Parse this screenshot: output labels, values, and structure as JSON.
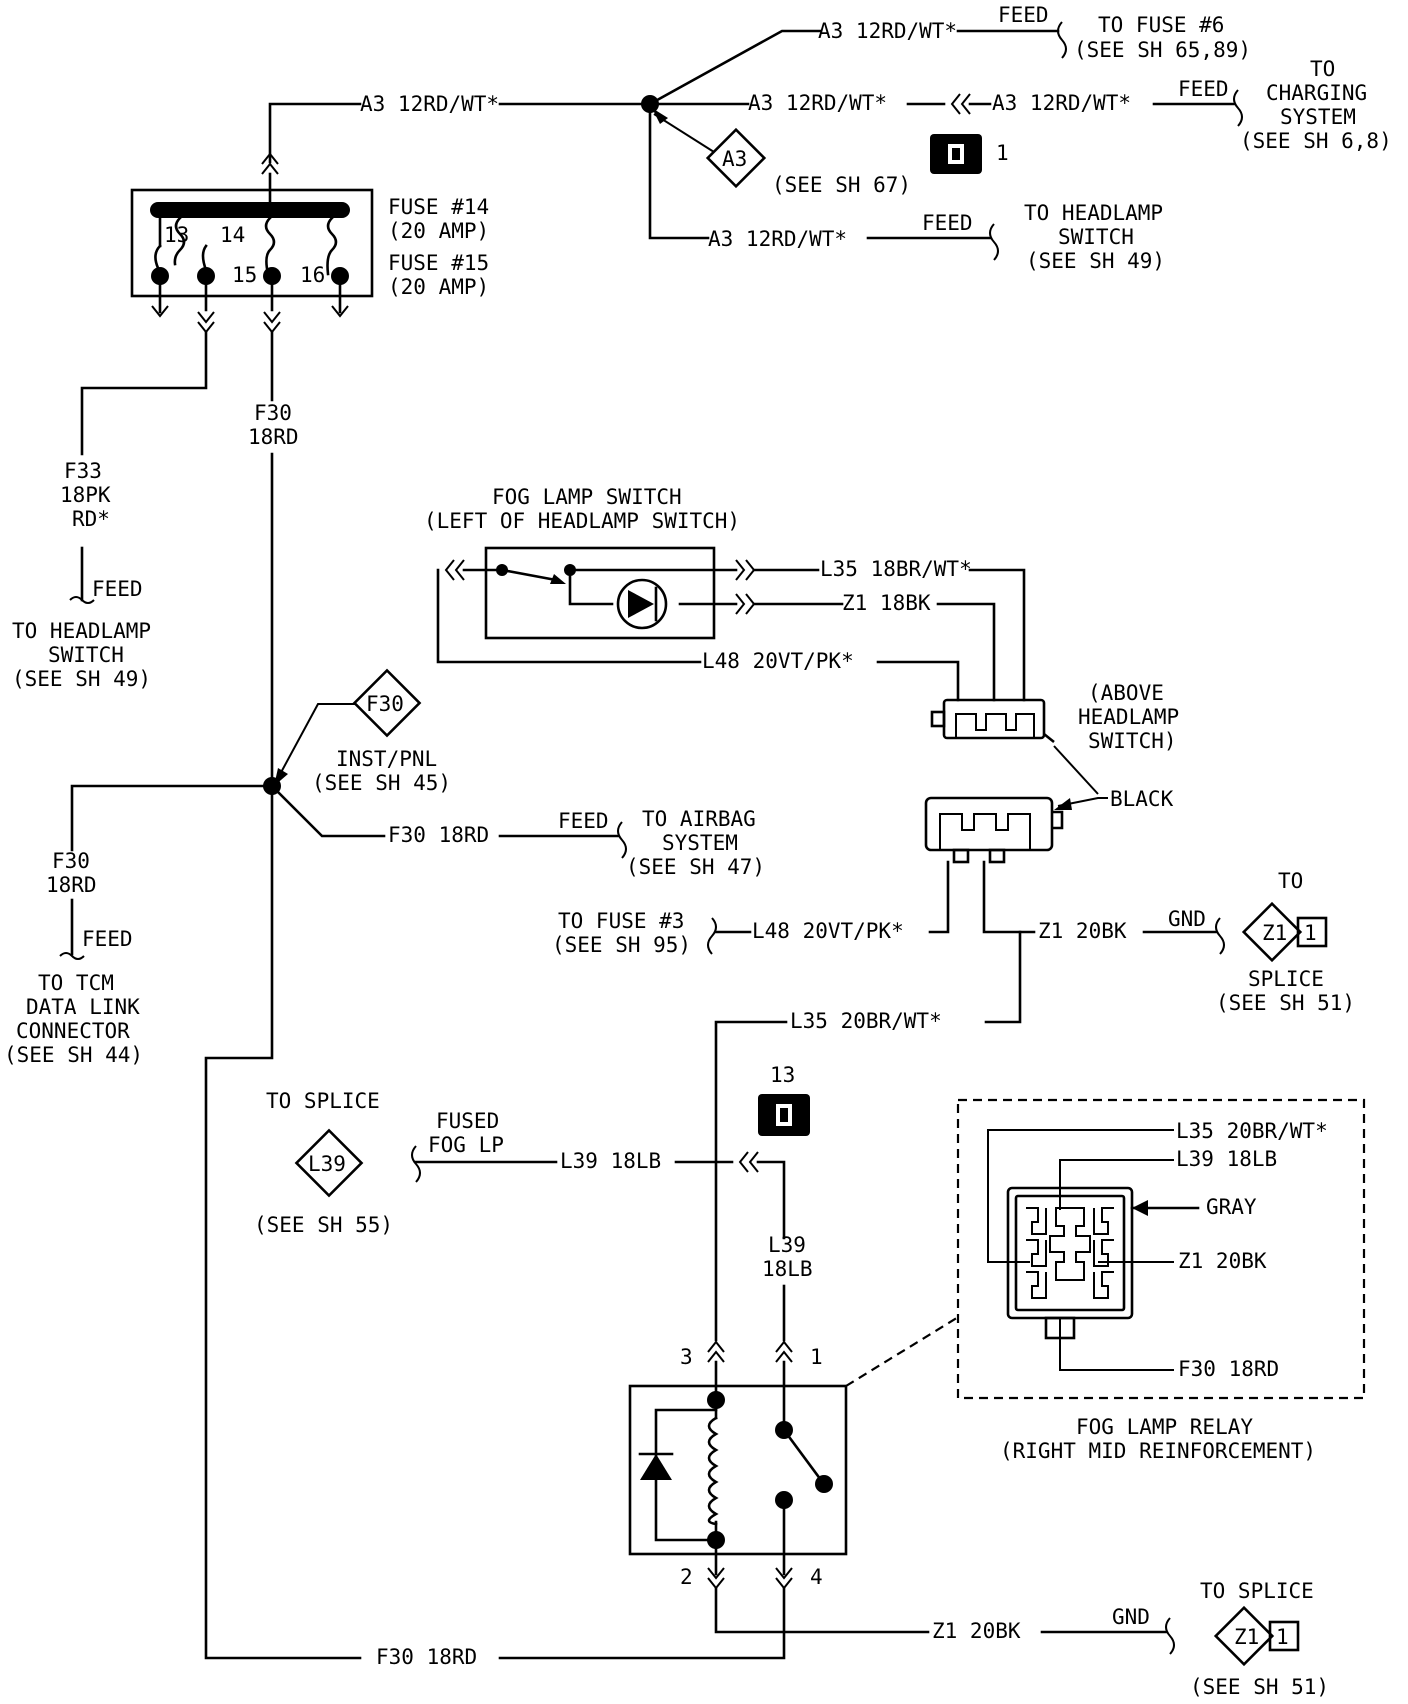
{
  "wires": {
    "a3_top": "A3 12RD/WT*",
    "a3_to_fuse6": "A3 12RD/WT*",
    "a3_to_connector": "A3 12RD/WT*",
    "a3_charging": "A3 12RD/WT*",
    "a3_headlamp": "A3 12RD/WT*",
    "f30_name": "F30",
    "f30_gauge": "18RD",
    "f33_name": "F33",
    "f33_gauge": "18PK",
    "f33_gauge2": "RD*",
    "f30_tcm_name": "F30",
    "f30_tcm_gauge": "18RD",
    "f30_airbag": "F30 18RD",
    "l35_switch": "L35 18BR/WT*",
    "z1_switch": "Z1 18BK",
    "l48_switch": "L48 20VT/PK*",
    "l48_fuse3": "L48 20VT/PK*",
    "z1_gnd": "Z1 20BK",
    "l35_relay": "L35 20BR/WT*",
    "l39_main": "L39 18LB",
    "l39_v_name": "L39",
    "l39_v_gauge": "18LB",
    "z1_bottom": "Z1 20BK",
    "f30_bottom": "F30 18RD"
  },
  "labels": {
    "feed": "FEED",
    "gnd": "GND",
    "to_fuse6_1": "TO FUSE #6",
    "to_fuse6_2": "(SEE SH 65,89)",
    "to_charging_1": "TO",
    "to_charging_2": "CHARGING",
    "to_charging_3": "SYSTEM",
    "to_charging_4": "(SEE SH 6,8)",
    "see_sh67": "(SEE SH 67)",
    "conn1_num": "1",
    "to_headlamp_1": "TO HEADLAMP",
    "to_headlamp_2": "SWITCH",
    "to_headlamp_3": "(SEE SH 49)",
    "fuse14_1": "FUSE #14",
    "fuse14_2": "(20 AMP)",
    "fuse15_1": "FUSE #15",
    "fuse15_2": "(20 AMP)",
    "fuse_t13": "13",
    "fuse_t14": "14",
    "fuse_t15": "15",
    "fuse_t16": "16",
    "left_headlamp_1": "TO HEADLAMP",
    "left_headlamp_2": "SWITCH",
    "left_headlamp_3": "(SEE SH 49)",
    "inst_pnl_1": "INST/PNL",
    "inst_pnl_2": "(SEE SH 45)",
    "airbag_1": "TO AIRBAG",
    "airbag_2": "SYSTEM",
    "airbag_3": "(SEE SH 47)",
    "tcm_1": "TO TCM",
    "tcm_2": "DATA LINK",
    "tcm_3": "CONNECTOR",
    "tcm_4": "(SEE SH 44)",
    "fog_switch_1": "FOG LAMP SWITCH",
    "fog_switch_2": "(LEFT OF HEADLAMP SWITCH)",
    "above_1": "(ABOVE",
    "above_2": "HEADLAMP",
    "above_3": "SWITCH)",
    "black": "BLACK",
    "fuse3_1": "TO FUSE #3",
    "fuse3_2": "(SEE SH 95)",
    "to_right": "TO",
    "splice_1": "SPLICE",
    "splice_2": "(SEE SH 51)",
    "conn13_num": "13",
    "to_splice_l39": "TO SPLICE",
    "see_sh55": "(SEE SH 55)",
    "fused_1": "FUSED",
    "fused_2": "FOG LP",
    "relay_l35": "L35 20BR/WT*",
    "relay_l39": "L39 18LB",
    "relay_gray": "GRAY",
    "relay_z1": "Z1 20BK",
    "relay_f30": "F30 18RD",
    "relay_name_1": "FOG LAMP RELAY",
    "relay_name_2": "(RIGHT MID REINFORCEMENT)",
    "pin3": "3",
    "pin1": "1",
    "pin2": "2",
    "pin4": "4",
    "to_splice_bottom": "TO SPLICE",
    "splice_bottom_2": "(SEE SH 51)"
  },
  "badges": {
    "a3": "A3",
    "f30": "F30",
    "l39": "L39",
    "z1_right": "Z1",
    "z1_right_pin": "1",
    "z1_bottom": "Z1",
    "z1_bottom_pin": "1"
  }
}
